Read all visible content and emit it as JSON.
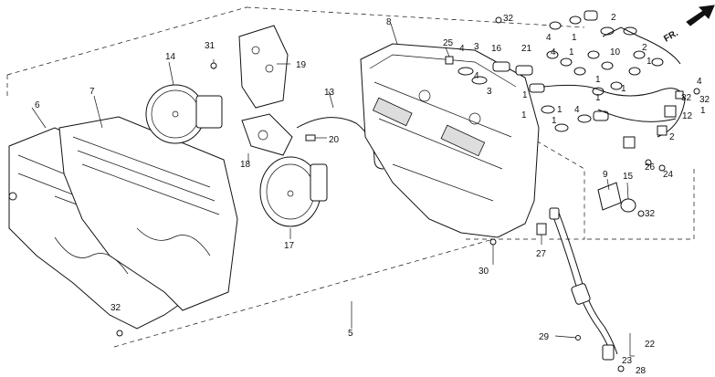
{
  "direction_marker": "FR.",
  "callouts": {
    "c1": "1",
    "c2": "2",
    "c3": "3",
    "c4": "4",
    "c5": "5",
    "c6": "6",
    "c7": "7",
    "c8": "8",
    "c9": "9",
    "c10": "10",
    "c12": "12",
    "c13": "13",
    "c14": "14",
    "c15": "15",
    "c16": "16",
    "c17": "17",
    "c18": "18",
    "c19": "19",
    "c20": "20",
    "c21": "21",
    "c22": "22",
    "c23": "23",
    "c24": "24",
    "c25": "25",
    "c26": "26",
    "c27": "27",
    "c28": "28",
    "c29": "29",
    "c30": "30",
    "c31": "31",
    "c32": "32"
  }
}
